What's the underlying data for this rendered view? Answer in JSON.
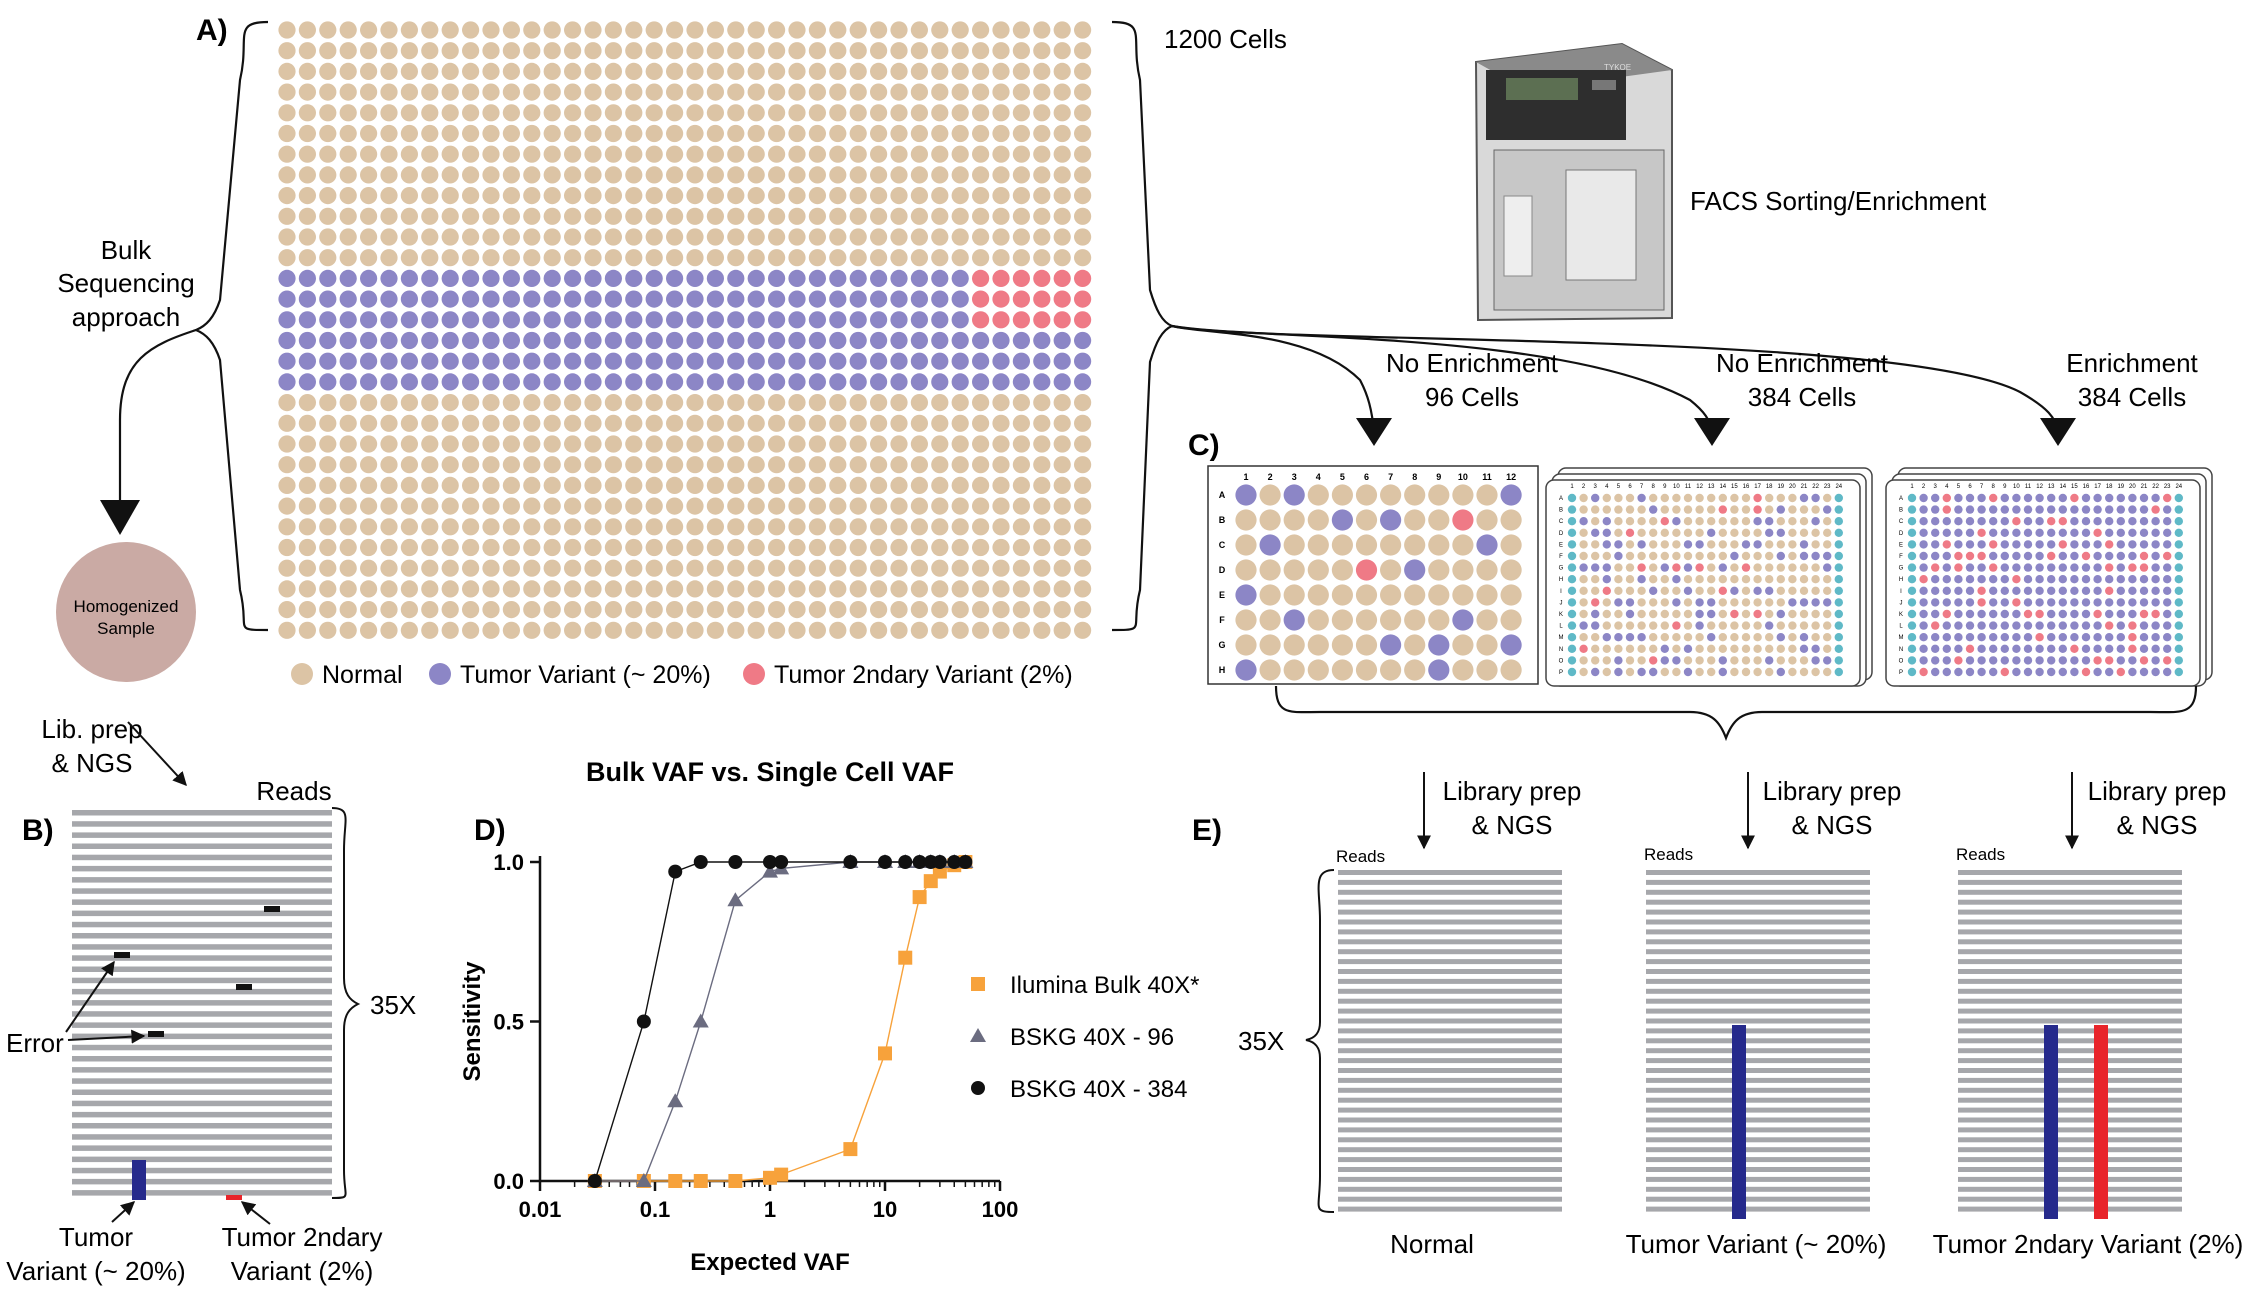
{
  "colors": {
    "normal": "#dcc4a5",
    "tumor": "#8c86c6",
    "secondary": "#ef7a86",
    "reads": "#a6a7ab",
    "read_tumor": "#262a8c",
    "read_secondary": "#e8242a",
    "illumina": "#f7a23b",
    "bskg96": "#6b6c80",
    "bskg384": "#111111",
    "homogenized": "#caaaa4"
  },
  "panel_a": {
    "label": "A)",
    "count_label": "1200 Cells",
    "bulk_label": [
      "Bulk",
      "Sequencing",
      "approach"
    ],
    "grid": {
      "rows": 30,
      "cols": 40,
      "tumor_rows": [
        12,
        13,
        14,
        15,
        16,
        17
      ],
      "secondary_rows": [
        12,
        13,
        14
      ],
      "secondary_cols": 6
    },
    "legend": [
      {
        "label": "Normal",
        "color_key": "normal"
      },
      {
        "label": "Tumor Variant (~ 20%)",
        "color_key": "tumor"
      },
      {
        "label": "Tumor 2ndary Variant (2%)",
        "color_key": "secondary"
      }
    ],
    "homogenized_label": [
      "Homogenized",
      "Sample"
    ],
    "facs_label": "FACS Sorting/Enrichment",
    "machine_brand": "TYKOE",
    "conditions": [
      {
        "line1": "No Enrichment",
        "line2": "96 Cells"
      },
      {
        "line1": "No Enrichment",
        "line2": "384 Cells"
      },
      {
        "line1": "Enrichment",
        "line2": "384 Cells"
      }
    ]
  },
  "panel_b": {
    "label": "B)",
    "libprep_label": [
      "Lib. prep",
      "& NGS"
    ],
    "reads_label": "Reads",
    "coverage_label": "35X",
    "error_label": "Error",
    "tumor_label": [
      "Tumor",
      "Variant (~ 20%)"
    ],
    "secondary_label": [
      "Tumor 2ndary",
      "Variant (2%)"
    ],
    "read_count": 35
  },
  "panel_c": {
    "label": "C)",
    "plate96": {
      "rows": [
        "A",
        "B",
        "C",
        "D",
        "E",
        "F",
        "G",
        "H"
      ],
      "cols": [
        "1",
        "2",
        "3",
        "4",
        "5",
        "6",
        "7",
        "8",
        "9",
        "10",
        "11",
        "12"
      ],
      "tumor_wells": [
        "A1",
        "A3",
        "A12",
        "B5",
        "B7",
        "C2",
        "C11",
        "D8",
        "E1",
        "F3",
        "F10",
        "G7",
        "G9",
        "G12",
        "H1",
        "H9"
      ],
      "secondary_wells": [
        "B10",
        "D6"
      ]
    },
    "plate384_cols": [
      "1",
      "2",
      "3",
      "4",
      "5",
      "6",
      "7",
      "8",
      "9",
      "10",
      "11",
      "12",
      "13",
      "14",
      "15",
      "16",
      "17",
      "18",
      "19",
      "20",
      "21",
      "22",
      "23",
      "24"
    ],
    "plate384_rows": [
      "A",
      "B",
      "C",
      "D",
      "E",
      "F",
      "G",
      "H",
      "I",
      "J",
      "K",
      "L",
      "M",
      "N",
      "O",
      "P"
    ]
  },
  "panel_d": {
    "label": "D)"
  },
  "chart_data": {
    "type": "line",
    "title": "Bulk VAF vs. Single Cell VAF",
    "xlabel": "Expected VAF",
    "ylabel": "Sensitivity",
    "xscale": "log",
    "xlim": [
      0.01,
      100
    ],
    "ylim": [
      0,
      1
    ],
    "xticks": [
      "0.01",
      "0.1",
      "1",
      "10",
      "100"
    ],
    "yticks": [
      "0.0",
      "0.5",
      "1.0"
    ],
    "legend_position": "right",
    "series": [
      {
        "name": "Ilumina Bulk 40X*",
        "marker": "square",
        "color_key": "illumina",
        "x": [
          0.03,
          0.08,
          0.15,
          0.25,
          0.5,
          1,
          1.25,
          5,
          10,
          15,
          20,
          25,
          30,
          40,
          50
        ],
        "y": [
          0,
          0,
          0,
          0,
          0,
          0.01,
          0.02,
          0.1,
          0.4,
          0.7,
          0.89,
          0.94,
          0.97,
          0.99,
          1.0
        ]
      },
      {
        "name": "BSKG 40X - 96",
        "marker": "triangle",
        "color_key": "bskg96",
        "x": [
          0.03,
          0.08,
          0.15,
          0.25,
          0.5,
          1,
          1.25,
          5,
          10,
          15,
          20,
          25,
          30,
          40,
          50
        ],
        "y": [
          0,
          0,
          0.25,
          0.5,
          0.88,
          0.97,
          0.98,
          1.0,
          1.0,
          1.0,
          1.0,
          1.0,
          1.0,
          1.0,
          1.0
        ]
      },
      {
        "name": "BSKG 40X - 384",
        "marker": "circle",
        "color_key": "bskg384",
        "x": [
          0.03,
          0.08,
          0.15,
          0.25,
          0.5,
          1,
          1.25,
          5,
          10,
          15,
          20,
          25,
          30,
          40,
          50
        ],
        "y": [
          0,
          0.5,
          0.97,
          1.0,
          1.0,
          1.0,
          1.0,
          1.0,
          1.0,
          1.0,
          1.0,
          1.0,
          1.0,
          1.0,
          1.0
        ]
      }
    ]
  },
  "panel_e": {
    "label": "E)",
    "libprep_label": [
      "Library prep",
      "& NGS"
    ],
    "reads_label": "Reads",
    "coverage_label": "35X",
    "captions": [
      "Normal",
      "Tumor Variant (~ 20%)",
      "Tumor 2ndary Variant (2%)"
    ],
    "read_count": 35
  }
}
